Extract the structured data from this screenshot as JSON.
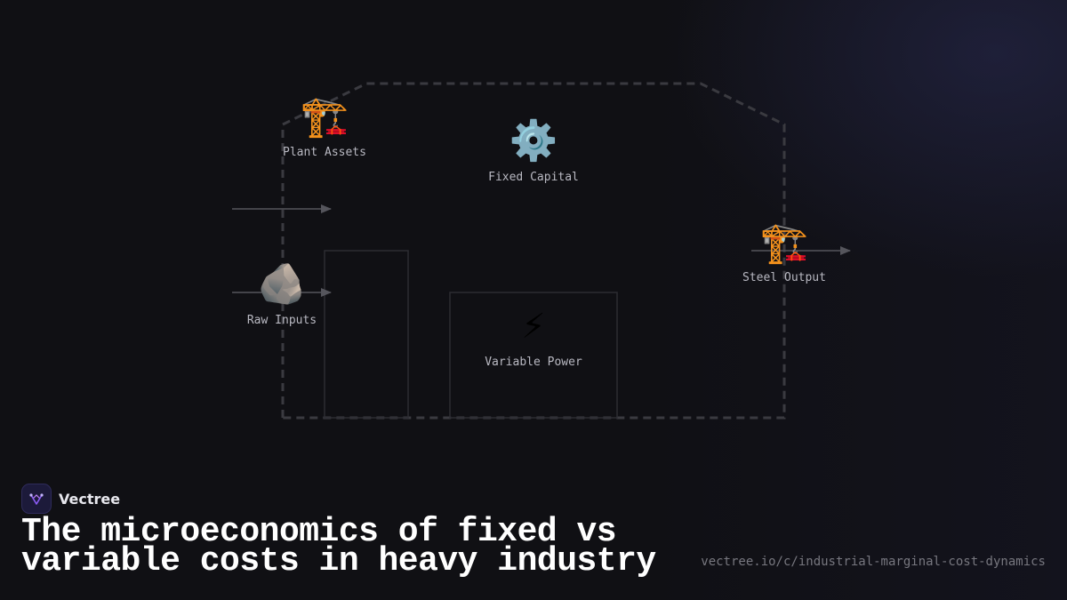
{
  "diagram": {
    "nodes": [
      {
        "id": "plant-assets",
        "icon": "🏗️",
        "icon_name": "construction-crane-icon",
        "label": "Plant Assets"
      },
      {
        "id": "fixed-capital",
        "icon": "⚙️",
        "icon_name": "gear-icon",
        "label": "Fixed Capital"
      },
      {
        "id": "raw-inputs",
        "icon": "🪨",
        "icon_name": "rock-icon",
        "label": "Raw Inputs"
      },
      {
        "id": "variable-power",
        "icon": "⚡",
        "icon_name": "lightning-bolt-icon",
        "label": "Variable Power"
      },
      {
        "id": "steel-output",
        "icon": "🏗️",
        "icon_name": "construction-crane-icon",
        "label": "Steel Output"
      }
    ]
  },
  "brand": {
    "name": "Vectree",
    "logo_icon": "vectree-logo-icon",
    "accent": "#8b5cf6"
  },
  "footer": {
    "title": "The microeconomics of fixed vs variable costs in heavy industry",
    "url": "vectree.io/c/industrial-marginal-cost-dynamics"
  },
  "colors": {
    "background": "#101014",
    "outline": "#3a3a40",
    "arrow": "#55555c",
    "label": "#b9b9c2"
  }
}
